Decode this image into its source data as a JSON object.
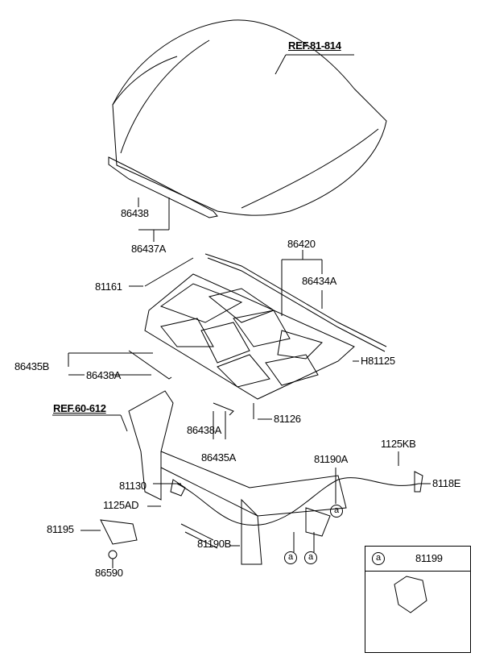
{
  "references": {
    "hood_ref": "REF.81-814",
    "panel_ref": "REF.60-612"
  },
  "part_labels": {
    "p86438": "86438",
    "p86437A": "86437A",
    "p86420": "86420",
    "p86434A": "86434A",
    "p81161": "81161",
    "p86435B": "86435B",
    "p86438A_left": "86438A",
    "pH81125": "H81125",
    "p81126": "81126",
    "p86438A_center": "86438A",
    "p86435A": "86435A",
    "p1125KB": "1125KB",
    "p81190A": "81190A",
    "p81130": "81130",
    "p8118E": "8118E",
    "p1125AD": "1125AD",
    "p81195": "81195",
    "p81190B": "81190B",
    "p86590": "86590"
  },
  "callout_marker": "a",
  "legend": {
    "marker": "a",
    "part_number": "81199"
  }
}
